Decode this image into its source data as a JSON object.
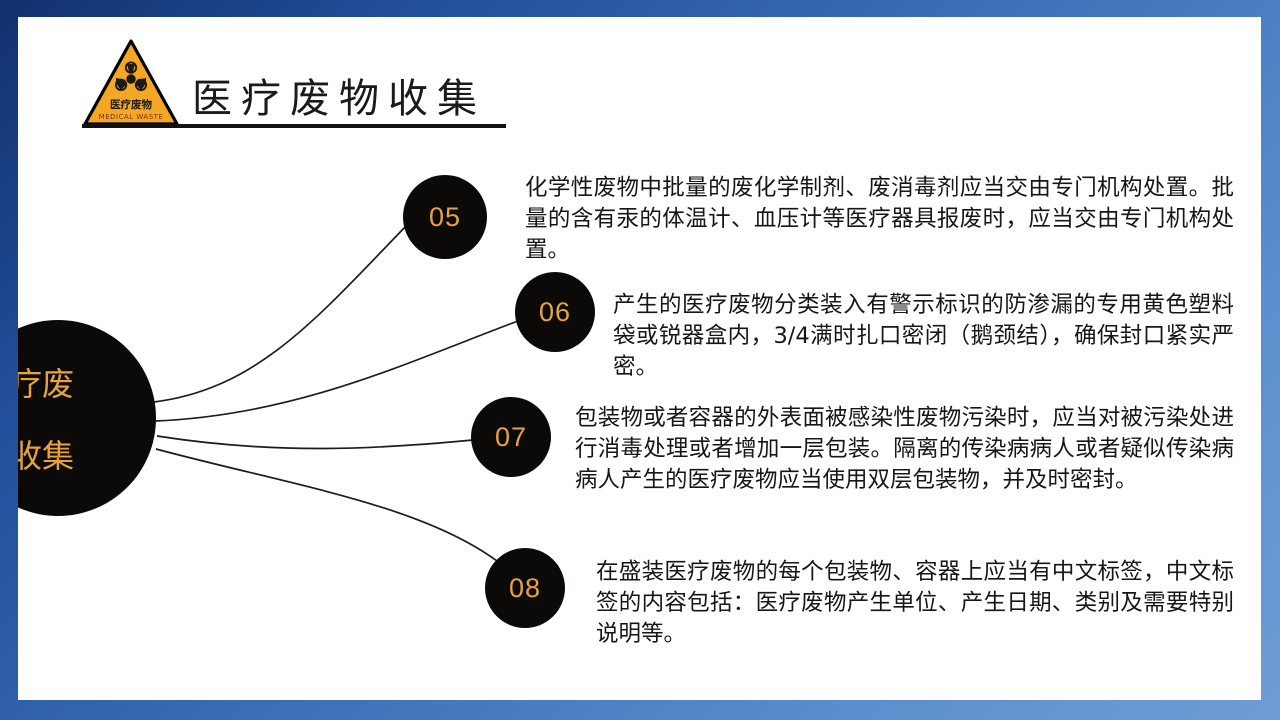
{
  "slide": {
    "title": "医疗废物收集",
    "accent_color": "#e8a33d",
    "node_color": "#0b0a09",
    "border_gradient_from": "#12306e",
    "border_gradient_to": "#6f9dd6",
    "page_background": "#ffffff"
  },
  "sign": {
    "chinese_label": "医疗废物",
    "english_label": "MEDICAL WASTE",
    "fill_color": "#F5A623"
  },
  "hub": {
    "line1": "医疗废",
    "line2": "物收集"
  },
  "items": [
    {
      "number": "05",
      "text": "化学性废物中批量的废化学制剂、废消毒剂应当交由专门机构处置。批量的含有汞的体温计、血压计等医疗器具报废时，应当交由专门机构处置。"
    },
    {
      "number": "06",
      "text": "产生的医疗废物分类装入有警示标识的防渗漏的专用黄色塑料袋或锐器盒内，3/4满时扎口密闭（鹅颈结），确保封口紧实严密。"
    },
    {
      "number": "07",
      "text": "包装物或者容器的外表面被感染性废物污染时，应当对被污染处进行消毒处理或者增加一层包装。隔离的传染病病人或者疑似传染病病人产生的医疗废物应当使用双层包装物，并及时密封。"
    },
    {
      "number": "08",
      "text": "在盛装医疗废物的每个包装物、容器上应当有中文标签，中文标签的内容包括：医疗废物产生单位、产生日期、类别及需要特别说明等。"
    }
  ]
}
